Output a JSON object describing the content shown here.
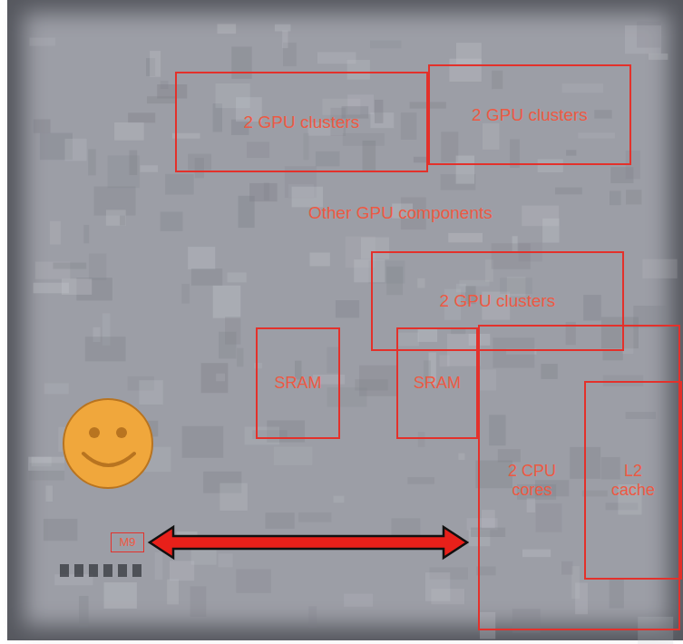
{
  "diagram": {
    "nodes": [
      {
        "text": [
          "2 GPU clusters"
        ]
      },
      {
        "text": [
          "2 GPU clusters"
        ]
      },
      {
        "text": [
          "2 GPU clusters"
        ]
      },
      {
        "text": [
          "SRAM"
        ]
      },
      {
        "text": [
          "SRAM"
        ]
      },
      {
        "text": [
          "2 CPU cores"
        ]
      },
      {
        "text": [
          "L2 cache"
        ],
        "in": 5
      },
      {
        "text": [
          "M9"
        ]
      }
    ],
    "edges": [
      {
        "from": 7,
        "to": 5,
        "arrow": "both"
      }
    ],
    "labels": [
      "Other GPU components"
    ]
  }
}
